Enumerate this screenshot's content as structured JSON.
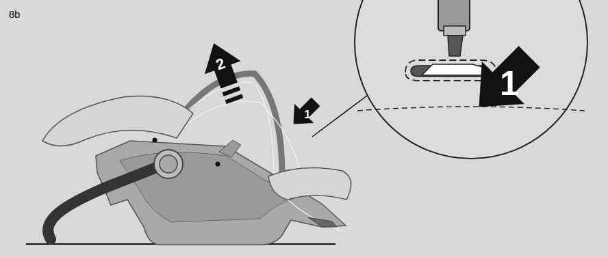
{
  "diagram": {
    "labels": [
      "8b",
      "2",
      "1",
      "1"
    ]
  }
}
